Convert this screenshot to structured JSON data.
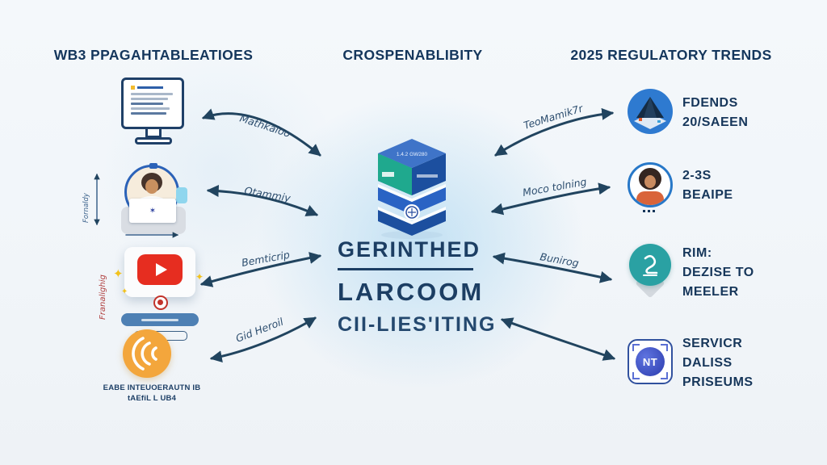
{
  "headers": {
    "left": "WB3 PPAGAHTABLEATIOES",
    "center": "CROSPENABLIBITY",
    "right": "2025 REGULATORY TRENDS"
  },
  "center_panel": {
    "stack_label": "1.4.2 GW280",
    "line1": "GERINTHED",
    "line2": "LARCOOM",
    "line3": "CII-LIES'ITING"
  },
  "left_panel": {
    "vertical_label_blue": "Fornaldy",
    "vertical_label_red": "Franalighig",
    "caption_line1": "EABE INTEUOERAUTN IB",
    "caption_line2": "tAEfiL L UB4"
  },
  "arrow_labels": {
    "l1": "Mathkaloo",
    "l2": "Otammiy",
    "l3": "Bemticrip",
    "l4": "Gid Heroil",
    "r1": "TeoMamik7r",
    "r2": "Moco tolning",
    "r3": "Bunirog"
  },
  "right_panel": {
    "nt_badge_text": "NT",
    "items": [
      {
        "lines": [
          "FDENDS",
          "20/SAEEN"
        ]
      },
      {
        "lines": [
          "2-3S",
          "BEAIPE"
        ]
      },
      {
        "lines": [
          "RIM:",
          "DEZISE TO",
          "MEELER"
        ]
      },
      {
        "lines": [
          "SERVICR",
          "DALISS",
          "PRISEUMS"
        ]
      }
    ]
  },
  "colors": {
    "heading_navy": "#14365c",
    "arrow_navy": "#21445f",
    "accent_blue_circle": "#2e7ad0",
    "teal": "#2aa1a3",
    "orange": "#f3a63c",
    "youtube_red": "#e62d20",
    "pill_blue": "#4e80b4",
    "badge_indigo": "#2c3cae"
  }
}
